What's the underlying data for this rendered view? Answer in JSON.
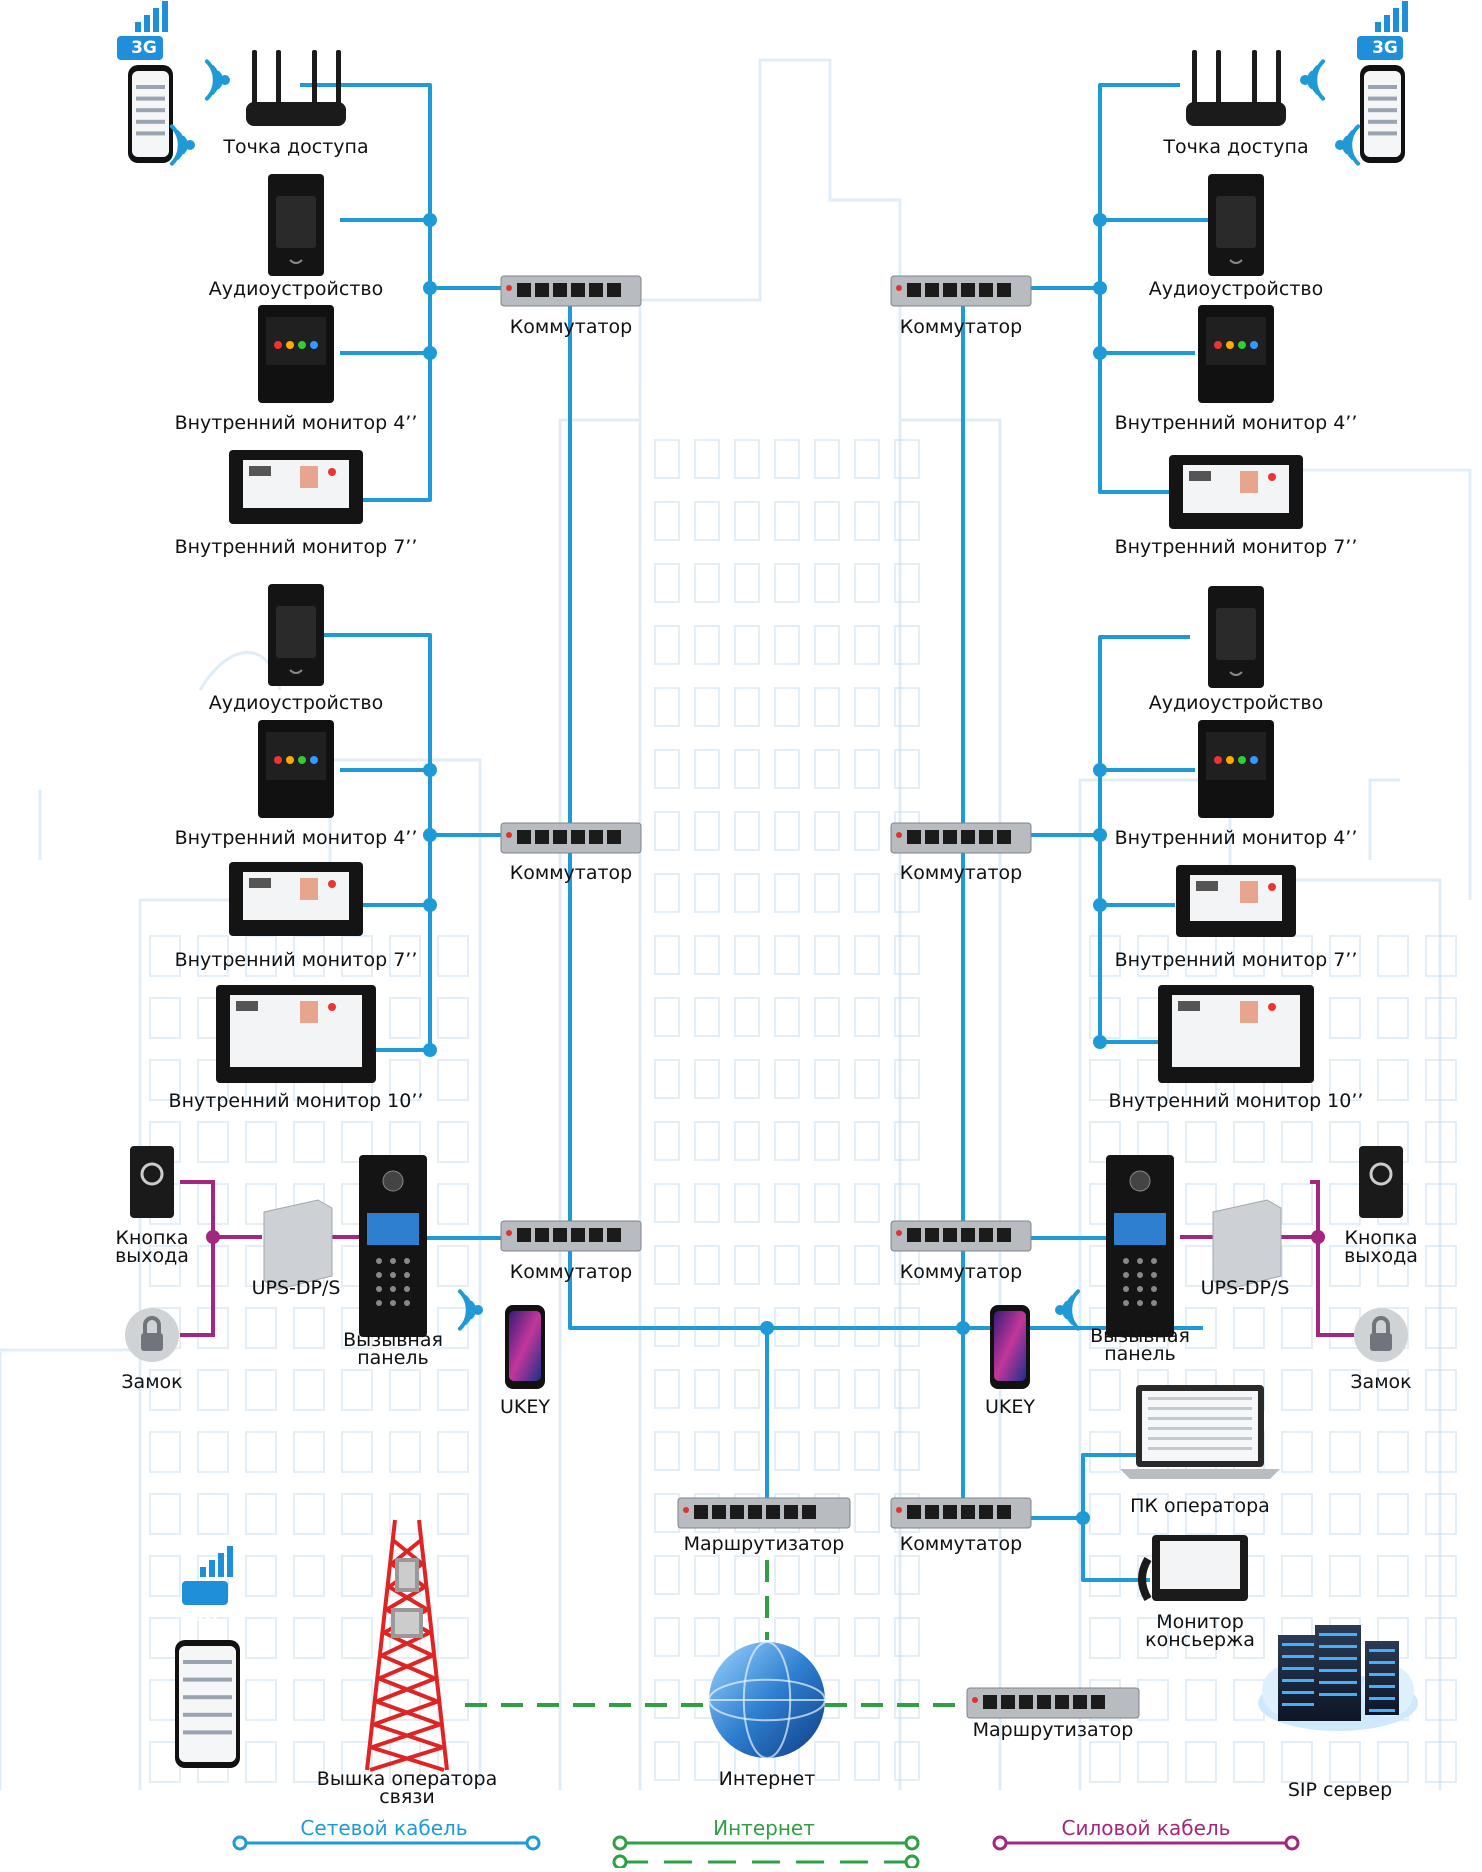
{
  "colors": {
    "network": "#1e9bd7",
    "internet": "#2ea043",
    "power": "#a3277e",
    "background_building": "#c9dff0"
  },
  "labels": {
    "ap_left": "Точка доступа",
    "ap_right": "Точка доступа",
    "audio": "Аудиоустройство",
    "monitor4": "Внутренний монитор 4’’",
    "monitor7": "Внутренний монитор 7’’",
    "monitor10": "Внутренний монитор 10’’",
    "switch": "Коммутатор",
    "exit_button_l1": "Кнопка",
    "exit_button_l2": "выхода",
    "ups": "UPS-DP/S",
    "lock": "Замок",
    "call_panel_l1": "Вызывная",
    "call_panel_l2": "панель",
    "ukey": "UKEY",
    "router": "Маршрутизатор",
    "operator_pc": "ПК оператора",
    "concierge_l1": "Монитор",
    "concierge_l2": "консьержа",
    "tower_l1": "Вышка оператора",
    "tower_l2": "связи",
    "internet": "Интернет",
    "sip": "SIP сервер",
    "badge_3g": "3G"
  },
  "legend": {
    "network": "Сетевой кабель",
    "internet": "Интернет",
    "power": "Силовой кабель"
  },
  "icons": [
    "wifi-icon",
    "router-icon",
    "lock-icon",
    "globe-icon",
    "server-icon",
    "phone-icon",
    "signal-icon"
  ]
}
